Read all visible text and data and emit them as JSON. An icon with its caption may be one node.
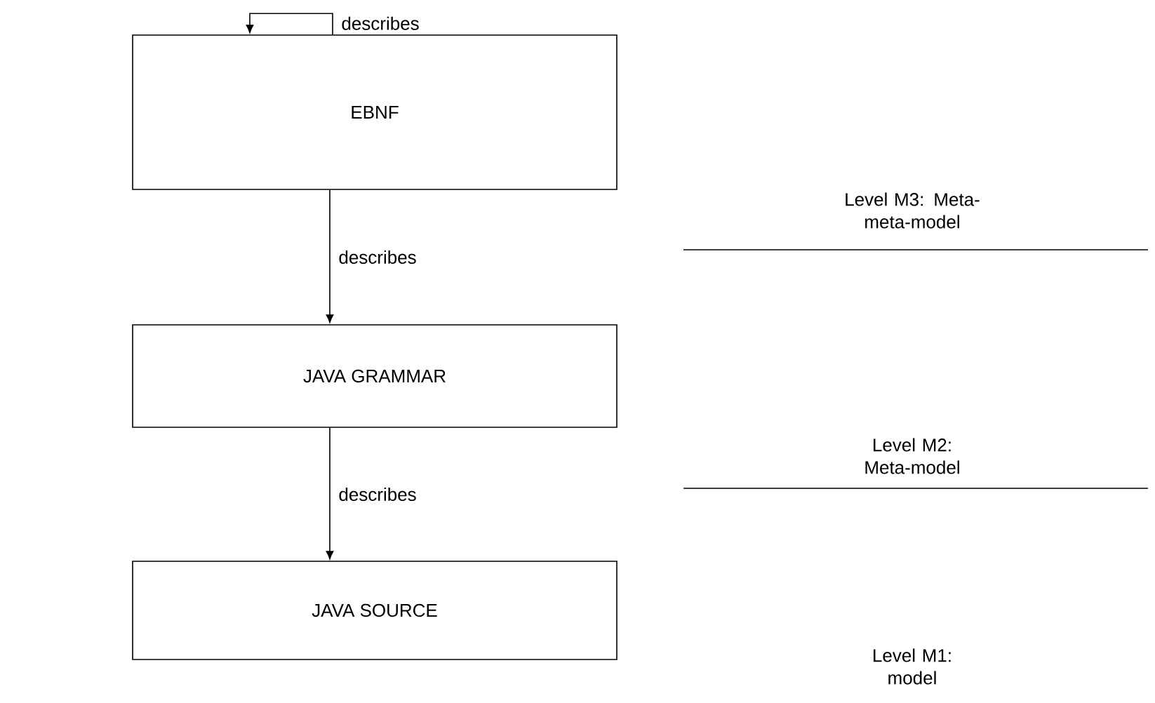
{
  "diagram": {
    "nodes": [
      {
        "text": [
          "EBNF"
        ]
      },
      {
        "text": [
          "JAVA GRAMMAR"
        ]
      },
      {
        "text": [
          "JAVA SOURCE"
        ]
      }
    ],
    "edges": [
      {
        "from": 0,
        "to": 0,
        "arrow": "to",
        "label": "describes"
      },
      {
        "from": 0,
        "to": 1,
        "arrow": "to",
        "label": "describes"
      },
      {
        "from": 1,
        "to": 2,
        "arrow": "to",
        "label": "describes"
      }
    ],
    "labels": [
      "Level M3: Meta-meta-model",
      "Level M2: Meta-model",
      "Level M1: model"
    ]
  }
}
